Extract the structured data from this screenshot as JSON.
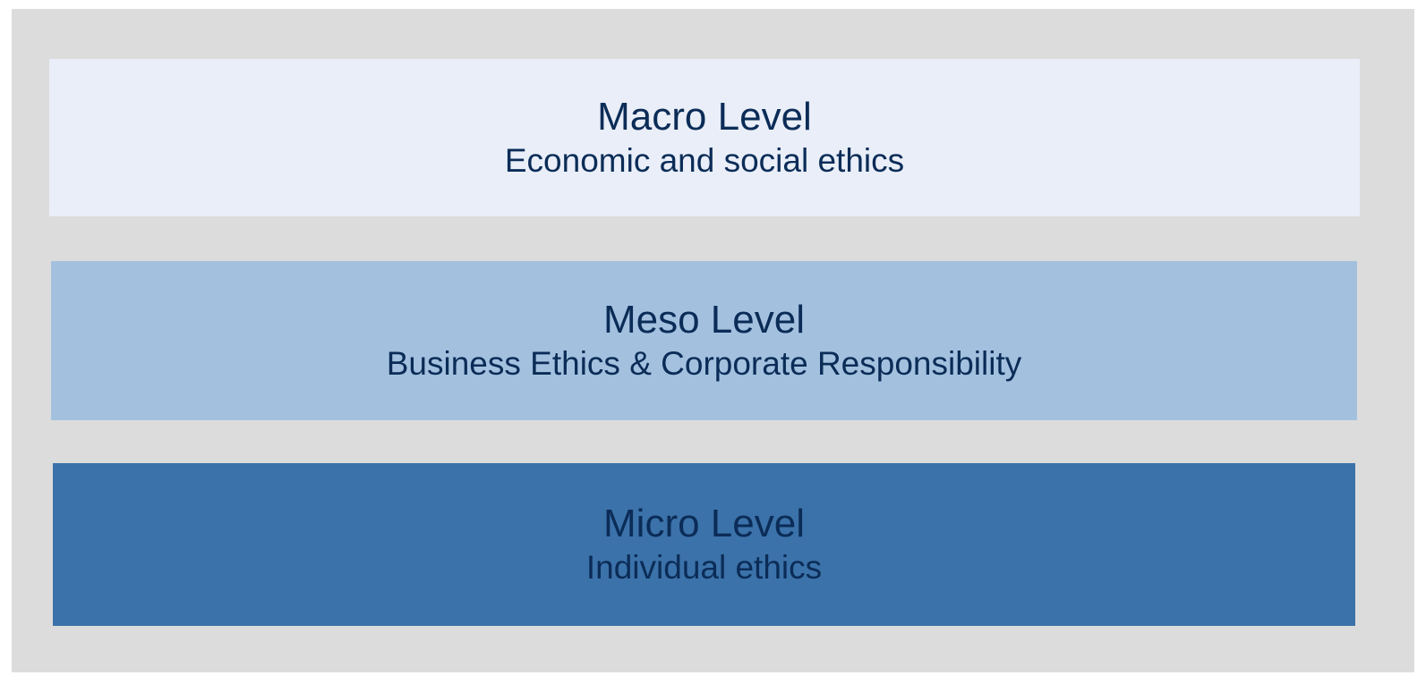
{
  "diagram": {
    "levels": [
      {
        "title": "Macro Level",
        "subtitle": "Economic and social ethics",
        "fill": "#e9eef8",
        "text_color": "#0b2c57"
      },
      {
        "title": "Meso Level",
        "subtitle": "Business Ethics & Corporate Responsibility",
        "fill": "#a3c1df",
        "text_color": "#0b2c57"
      },
      {
        "title": "Micro Level",
        "subtitle": "Individual ethics",
        "fill": "#3b72a9",
        "text_color": "#0b2c57"
      }
    ],
    "frame_color": "#dcdcdc"
  }
}
